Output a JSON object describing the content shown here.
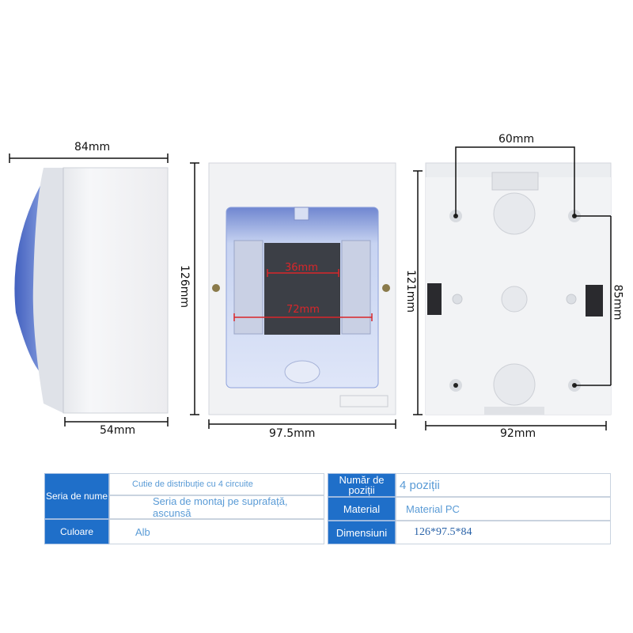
{
  "dimensions": {
    "side_width": "84mm",
    "side_depth": "54mm",
    "front_height": "126mm",
    "front_width": "97.5mm",
    "inner_top": "36mm",
    "inner_bottom": "72mm",
    "back_hole_spacing": "60mm",
    "back_height": "121mm",
    "back_hole_vertical": "85mm",
    "back_width": "92mm"
  },
  "specs": {
    "series_label": "Seria de nume",
    "series_value_1": "Cutie de distribuție cu 4 circuite",
    "series_value_2": "Seria de montaj pe suprafață, ascunsă",
    "positions_label": "Număr de poziții",
    "positions_value": "4 poziții",
    "material_label": "Material",
    "material_value": "Material PC",
    "color_label": "Culoare",
    "color_value": "Alb",
    "dimensions_label": "Dimensiuni",
    "dimensions_value": "126*97.5*84"
  },
  "colors": {
    "header_blue": "#1f6fc9",
    "value_blue": "#5a9bd6",
    "cover_blue": "#6f8ed8",
    "red_line": "#d9262a"
  }
}
